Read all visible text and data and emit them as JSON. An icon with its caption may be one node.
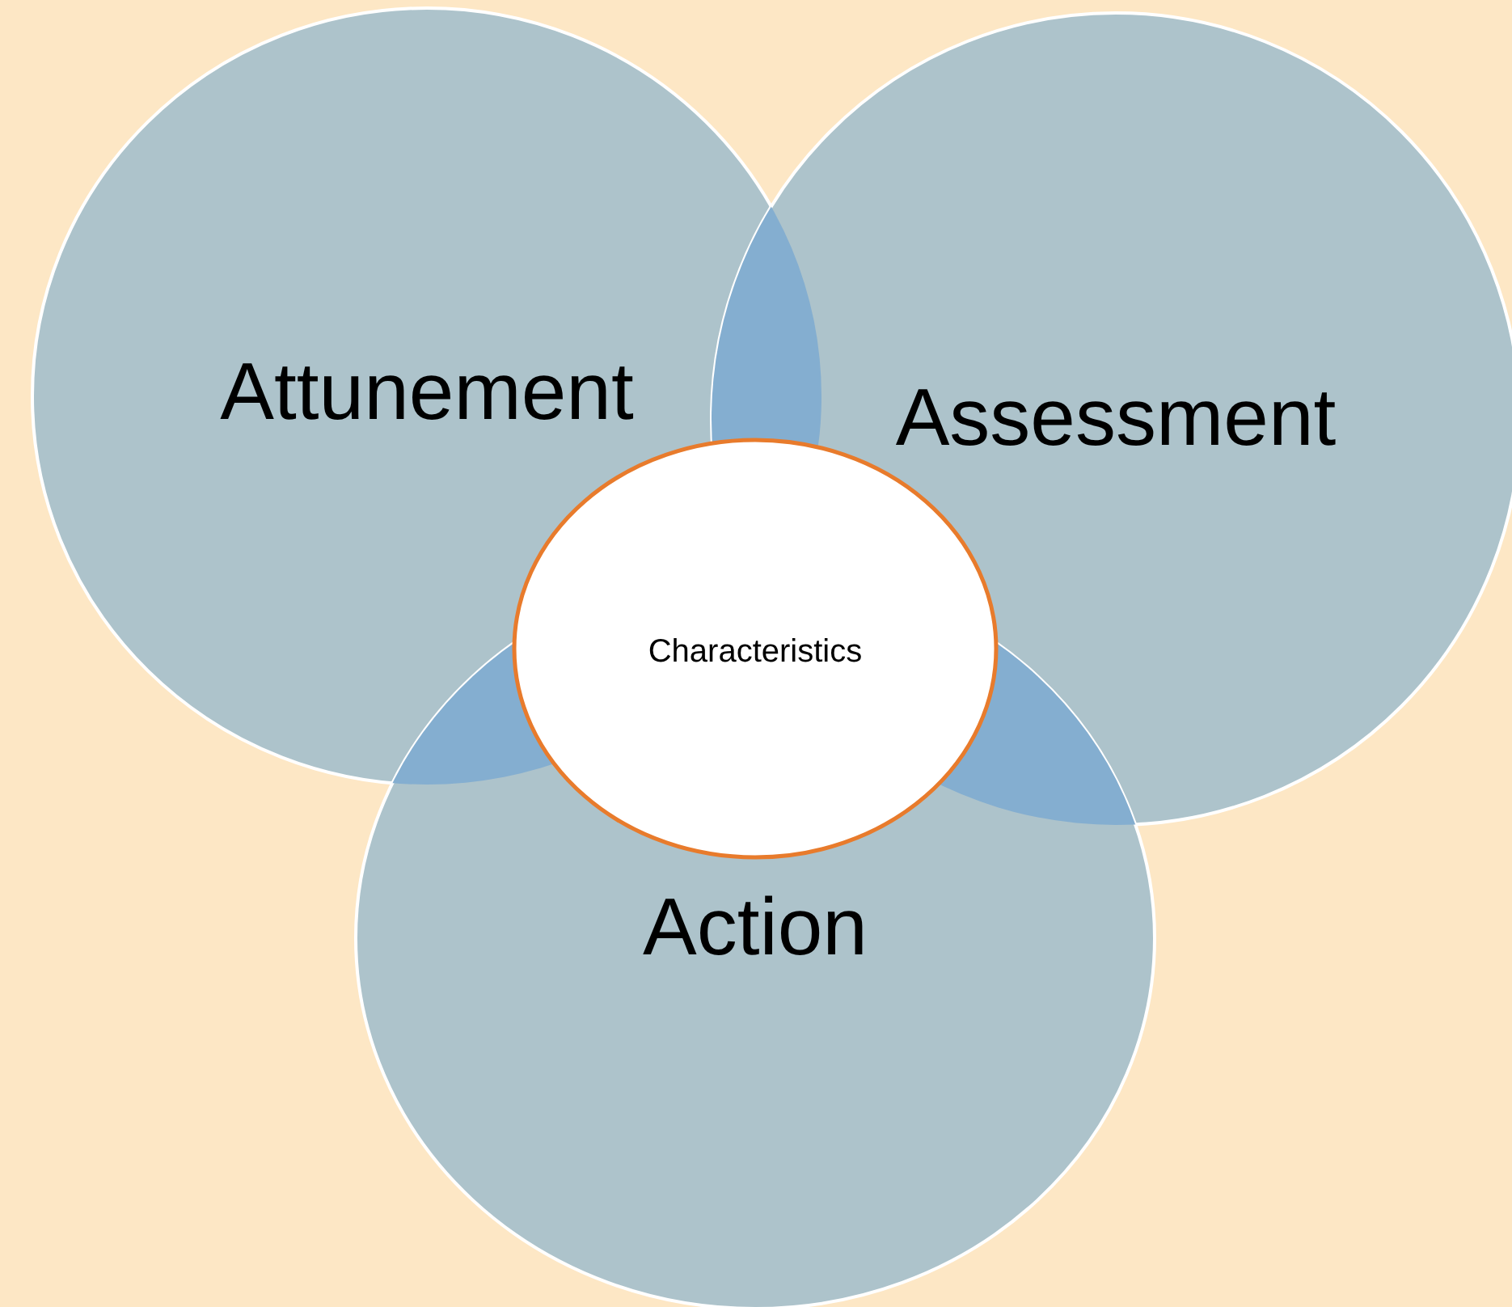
{
  "diagram": {
    "nodes": [
      {
        "text": [
          "Attunement"
        ]
      },
      {
        "text": [
          "Assessment"
        ]
      },
      {
        "text": [
          "Action"
        ]
      },
      {
        "text": [
          "Characteristics"
        ]
      }
    ]
  }
}
